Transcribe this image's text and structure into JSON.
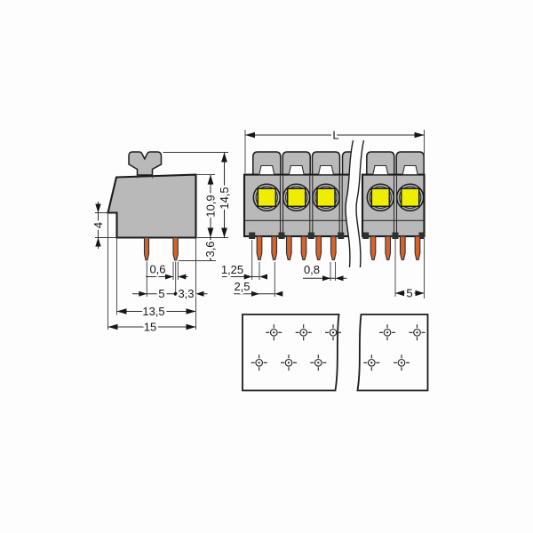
{
  "drawing_type": "terminal-block-dimension-drawing",
  "colors": {
    "background": "#fdfdfd",
    "body_gray": "#b9b9b9",
    "contact_yellow": "#f0ee00",
    "pin_orange": "#d4642e",
    "line_dark": "#1b1b1b",
    "notch_dark": "#2f2f2f"
  },
  "side_view": {
    "dim_labels": {
      "step_height": "4",
      "body_height": "10,9",
      "total_height": "14,5",
      "pin_length": "3,6",
      "pin_width": "0,6",
      "pin_spacing": "5",
      "pin_to_edge": "3,3",
      "body_depth": "13,5",
      "total_depth": "15"
    },
    "pins_visible": 2
  },
  "front_view": {
    "dim_labels": {
      "total_length": "L",
      "pin_offset": "1,25",
      "pin_pitch": "2,5",
      "pin_width": "0,8",
      "pole_pitch": "5"
    },
    "poles_visible": 5,
    "pins_visible": 10,
    "has_break_lines": true
  },
  "drilling_plan": {
    "hole_rows": 2,
    "holes_left_section": 6,
    "holes_right_section": 4,
    "sections": 2
  }
}
